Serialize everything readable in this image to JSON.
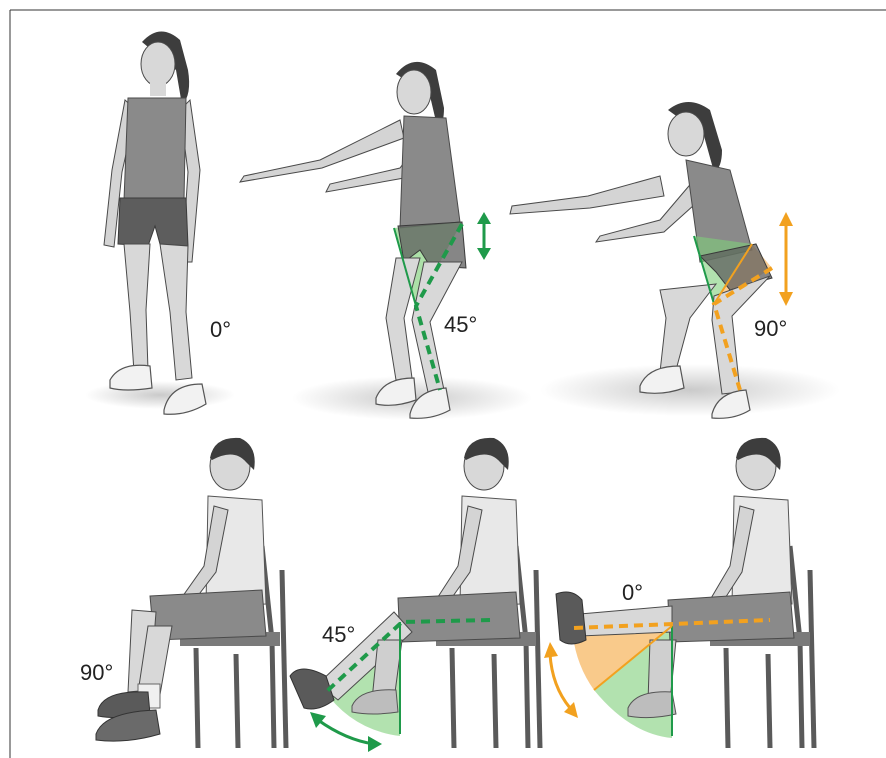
{
  "figure": {
    "panels": [
      {
        "id": "squat-standing",
        "angle_label": "0°",
        "highlight": "none"
      },
      {
        "id": "squat-half",
        "angle_label": "45°",
        "highlight": "green"
      },
      {
        "id": "squat-deep",
        "angle_label": "90°",
        "highlight": "orange"
      },
      {
        "id": "seated-bent",
        "angle_label": "90°",
        "highlight": "none"
      },
      {
        "id": "seated-half",
        "angle_label": "45°",
        "highlight": "green"
      },
      {
        "id": "seated-extended",
        "angle_label": "0°",
        "highlight": "orange"
      }
    ],
    "colors": {
      "green": "#1f9a4a",
      "green_fill": "#7fcf7a",
      "orange": "#f2a11f",
      "orange_fill": "#f7b45a",
      "skin": "#d8d8d8",
      "clothing": "#6e6e6e",
      "hair": "#3d3d3d",
      "outline": "#4a4a4a"
    }
  }
}
